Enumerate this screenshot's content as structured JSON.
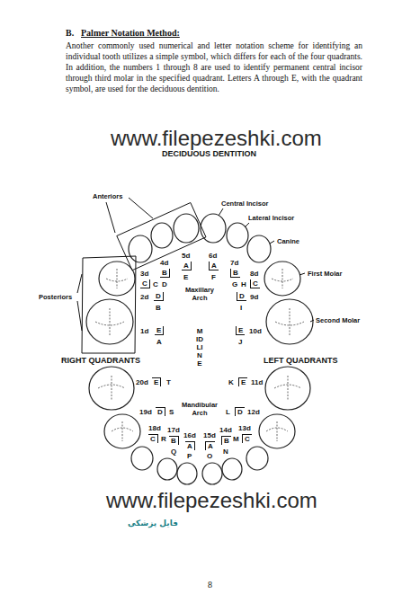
{
  "diagram": {
    "title": "DECIDUOUS DENTITION",
    "labels": [
      "B.",
      "Palmer Notation Method:",
      "Another commonly used numerical and letter notation scheme for identifying an individual tooth utilizes a simple symbol, which differs for each of the four quadrants. In addition, the numbers 1 through 8 are used to identify permanent central incisor through third molar in the specified quadrant. Letters A through E, with the quadrant symbol, are used for the deciduous dentition.",
      "www.filepezeshki.com",
      "Anteriors",
      "Central Incisor",
      "Lateral Incisor",
      "5d",
      "A",
      "E",
      "6d",
      "A",
      "F",
      "4d",
      "B",
      "D",
      "7d",
      "B",
      "G",
      "Canine",
      "3d",
      "C",
      "C",
      "8d",
      "C",
      "H",
      "First Molar",
      "Posteriors",
      "2d",
      "D",
      "B",
      "Maxillary Arch",
      "I",
      "D",
      "9d",
      "Second Molar",
      "1d",
      "E",
      "A",
      "J",
      "E",
      "10d",
      "MIDLINE",
      "RIGHT QUADRANTS",
      "LEFT QUADRANTS",
      "20d",
      "E",
      "T",
      "K",
      "E",
      "11d",
      "19d",
      "D",
      "S",
      "Mandibular Arch",
      "L",
      "D",
      "12d",
      "18d",
      "C",
      "R",
      "M",
      "C",
      "13d",
      "17d",
      "B",
      "Q",
      "16d",
      "A",
      "P",
      "15d",
      "A",
      "O",
      "14d",
      "B",
      "N",
      "www.filepezeshki.com",
      "فایل پزشکی",
      "8"
    ]
  }
}
